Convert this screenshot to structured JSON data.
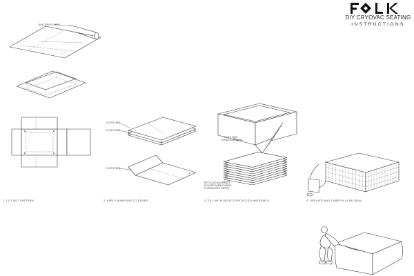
{
  "brand": {
    "logo_text": "FOLK",
    "logo_color": "#111111"
  },
  "header": {
    "title": "DIY CRYOVAC SEATING",
    "subtitle": "INSTRUCTIONS"
  },
  "prep": {
    "roll_label": "BUILDERS PLASTIC"
  },
  "steps": [
    {
      "caption": "1. CUT OUT PATTERN"
    },
    {
      "caption": "2. APPLY ADHESIVE TO EDGES",
      "labels": [
        "CLOTH TAPE",
        "CLOTH TAPE",
        "CLOTH TAPE"
      ]
    },
    {
      "caption": "3. FILL WITH SELECT RECYCLED MATERIALS",
      "labels": [
        "CLOTH TAPE",
        "EDGES CORNERS",
        "RECYCLED MATERIALS",
        "(FOLDED BUBBLE WRAP",
        "CORRUGATED PAPER)"
      ]
    },
    {
      "caption": "4. DEFLATE AND CAREFULLY RE-SEAL"
    }
  ]
}
